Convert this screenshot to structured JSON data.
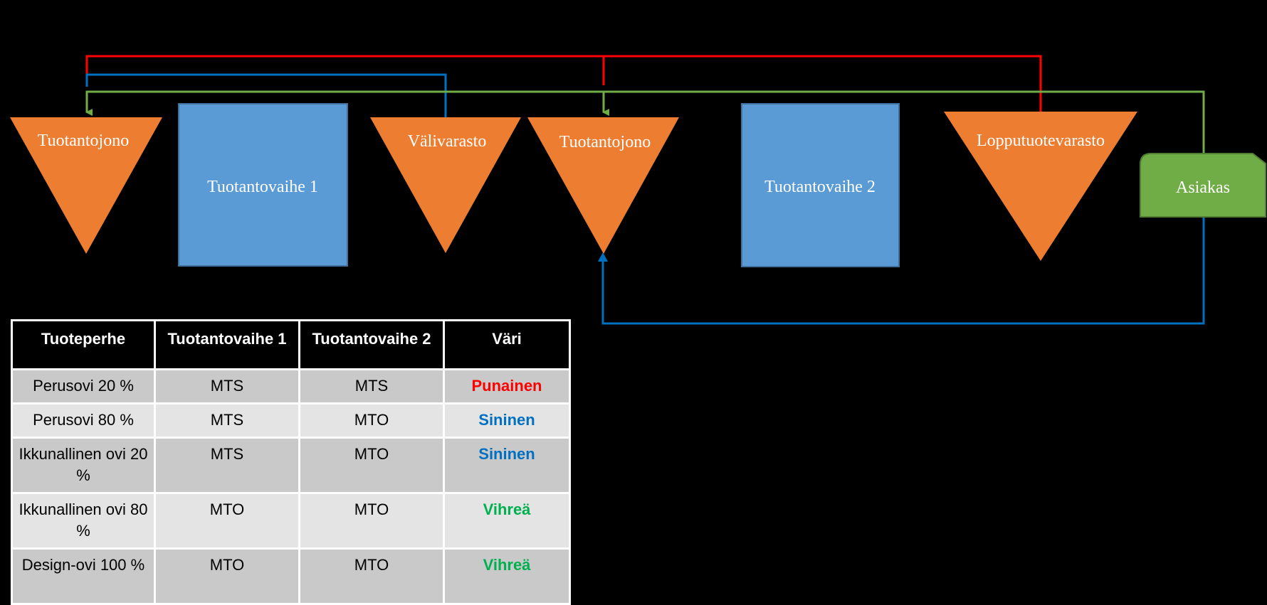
{
  "diagram": {
    "nodes": {
      "queue1": "Tuotantojono",
      "stage1": "Tuotantovaihe 1",
      "intermediate": "Välivarasto",
      "queue2": "Tuotantojono",
      "stage2": "Tuotantovaihe 2",
      "final_stock": "Lopputuotevarasto",
      "customer": "Asiakas"
    },
    "colors": {
      "orange": "#ED7D31",
      "blue_box": "#5B9BD5",
      "green_box": "#70AD47",
      "red_line": "#FF0000",
      "blue_line": "#0070C0",
      "green_line": "#70AD47"
    }
  },
  "table": {
    "headers": [
      "Tuoteperhe",
      "Tuotantovaihe 1",
      "Tuotantovaihe 2",
      "Väri"
    ],
    "rows": [
      {
        "family": "Perusovi 20 %",
        "stage1": "MTS",
        "stage2": "MTS",
        "color": "Punainen",
        "color_hex": "#FF0000"
      },
      {
        "family": "Perusovi 80 %",
        "stage1": "MTS",
        "stage2": "MTO",
        "color": "Sininen",
        "color_hex": "#0070C0"
      },
      {
        "family": "Ikkunallinen ovi 20 %",
        "stage1": "MTS",
        "stage2": "MTO",
        "color": "Sininen",
        "color_hex": "#0070C0"
      },
      {
        "family": "Ikkunallinen ovi 80 %",
        "stage1": "MTO",
        "stage2": "MTO",
        "color": "Vihreä",
        "color_hex": "#00B050"
      },
      {
        "family": "Design-ovi 100 %",
        "stage1": "MTO",
        "stage2": "MTO",
        "color": "Vihreä",
        "color_hex": "#00B050"
      }
    ]
  }
}
